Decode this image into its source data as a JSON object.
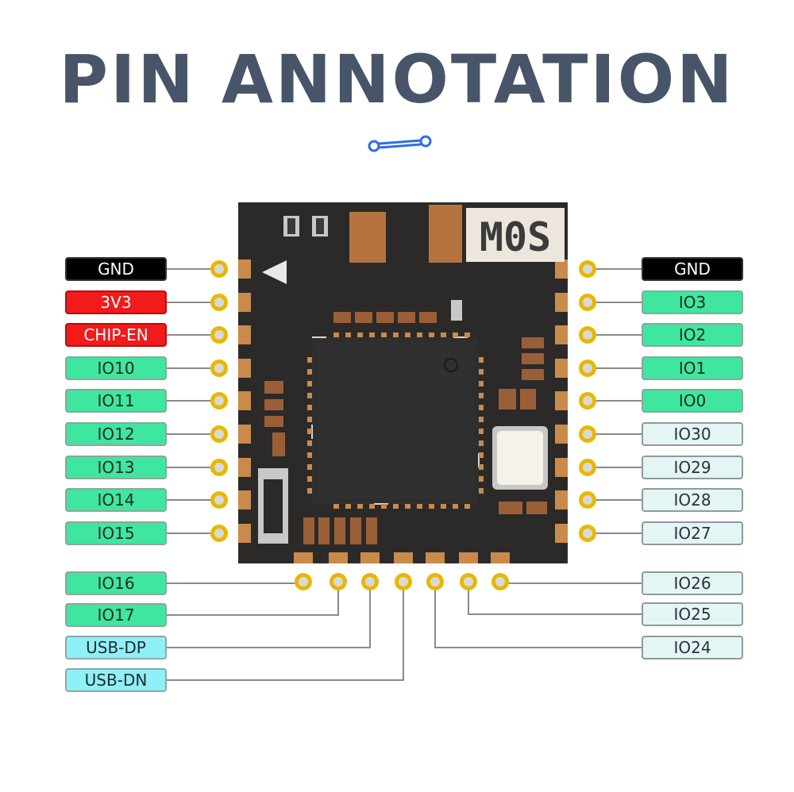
{
  "title": "PIN ANNOTATION",
  "module": {
    "marking": "M0S"
  },
  "colors": {
    "title": "#485468",
    "board": "#2b2a28",
    "pad": "#c98a4b",
    "pin_ring": "#e6b800",
    "wire": "#8a8a8a",
    "accent": "#2f6fe0"
  },
  "pins": {
    "left": [
      {
        "label": "GND",
        "style": "black"
      },
      {
        "label": "3V3",
        "style": "red"
      },
      {
        "label": "CHIP-EN",
        "style": "red"
      },
      {
        "label": "IO10",
        "style": "green"
      },
      {
        "label": "IO11",
        "style": "green"
      },
      {
        "label": "IO12",
        "style": "green"
      },
      {
        "label": "IO13",
        "style": "green"
      },
      {
        "label": "IO14",
        "style": "green"
      },
      {
        "label": "IO15",
        "style": "green"
      }
    ],
    "right": [
      {
        "label": "GND",
        "style": "black"
      },
      {
        "label": "IO3",
        "style": "green"
      },
      {
        "label": "IO2",
        "style": "green"
      },
      {
        "label": "IO1",
        "style": "green"
      },
      {
        "label": "IO0",
        "style": "green"
      },
      {
        "label": "IO30",
        "style": "pale"
      },
      {
        "label": "IO29",
        "style": "pale"
      },
      {
        "label": "IO28",
        "style": "pale"
      },
      {
        "label": "IO27",
        "style": "pale"
      }
    ],
    "bottom_left": [
      {
        "label": "IO16",
        "style": "green"
      },
      {
        "label": "IO17",
        "style": "green"
      },
      {
        "label": "USB-DP",
        "style": "cyan"
      },
      {
        "label": "USB-DN",
        "style": "cyan"
      }
    ],
    "bottom_right": [
      {
        "label": "IO26",
        "style": "pale"
      },
      {
        "label": "IO25",
        "style": "pale"
      },
      {
        "label": "IO24",
        "style": "pale"
      }
    ]
  }
}
